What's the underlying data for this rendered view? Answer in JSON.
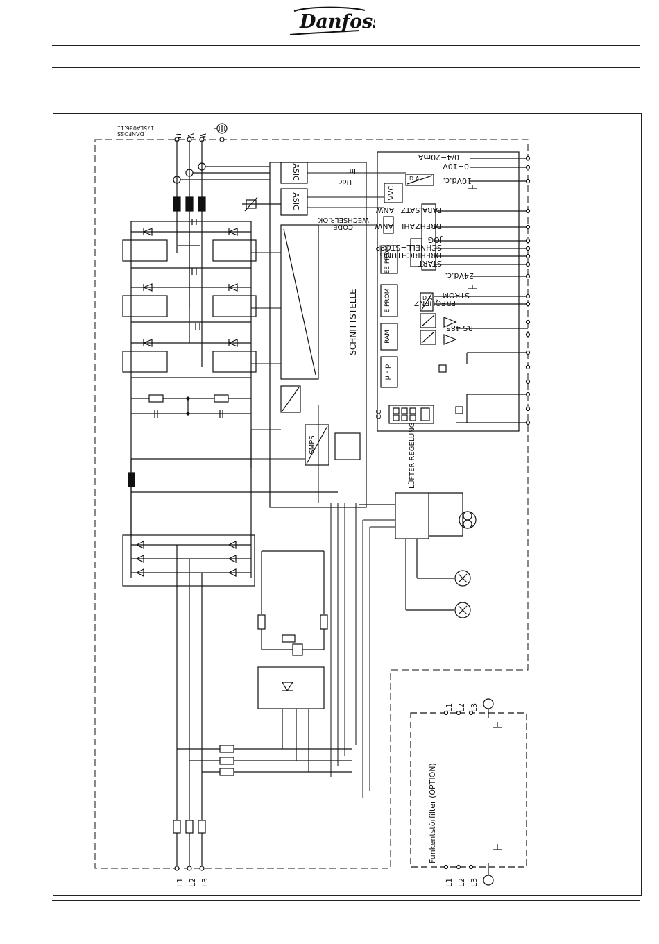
{
  "header": {
    "logo_text": "Danfoss"
  },
  "drawing": {
    "code": "175LA036.11",
    "maker": "DANFOSS",
    "output_terminals": [
      "U",
      "V",
      "W"
    ],
    "mains_terminals": [
      "L1",
      "L2",
      "L3"
    ],
    "blocks": {
      "asic": "ASIC",
      "interface": "SCHNITTSTELLE",
      "code": "CODE",
      "wechselrichter": "WECHSELR.OK",
      "vvc": "VVC",
      "eeprom": "EE PROM",
      "eprom": "E PROM",
      "ram": "RAM",
      "cpu": "μ - p",
      "cc": "CC",
      "smps": "SMPS",
      "fan_control": "LÜFTER REGELUNG",
      "dc_label": "Udc",
      "current_label": "Im",
      "da": "D A",
      "ad": "D A"
    },
    "control_terminals": [
      "0/4−20mA",
      "0−10V",
      "10Vd.c.",
      "PARA.SATZ−ANW",
      "DREHZAHL−ANW",
      "JOG",
      "SCHNELL−STOPP",
      "DREHRICHTUNG",
      "START",
      "24Vd.c.",
      "STROM",
      "FREQUENZ",
      "RS 485"
    ],
    "rfi_filter": {
      "title": "Funkentstörfilter (OPTION)",
      "terminals": [
        "L1",
        "L2",
        "L3"
      ]
    }
  }
}
